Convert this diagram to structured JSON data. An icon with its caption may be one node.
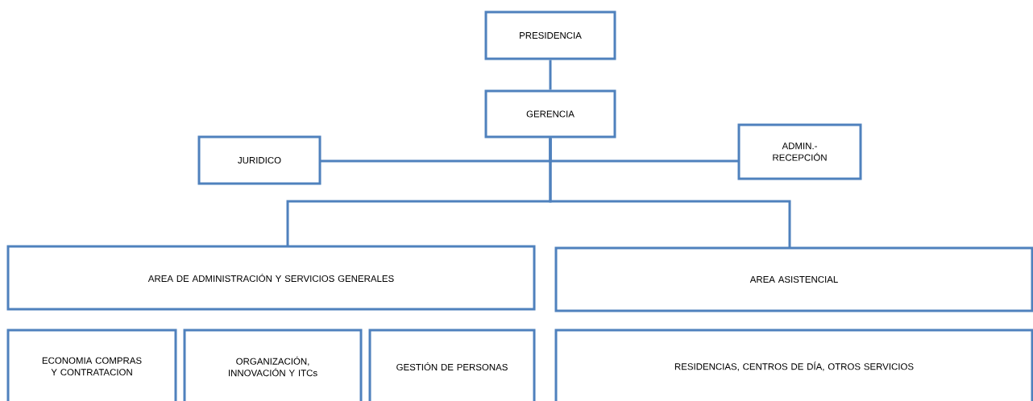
{
  "diagram": {
    "nodes": [
      {
        "text": [
          "PRESIDENCIA"
        ]
      },
      {
        "text": [
          "GERENCIA"
        ]
      },
      {
        "text": [
          "JURIDICO"
        ]
      },
      {
        "text": [
          "ADMIN.- RECEPCIÓN"
        ]
      },
      {
        "text": [
          "AREA DE ADMINISTRACIÓN Y SERVICIOS GENERALES"
        ]
      },
      {
        "text": [
          "AREA ASISTENCIAL"
        ]
      },
      {
        "text": [
          "ECONOMIA COMPRAS Y CONTRATACION"
        ]
      },
      {
        "text": [
          "ORGANIZACIÓN, INNOVACIÓN Y ITCs"
        ]
      },
      {
        "text": [
          "GESTIÓN DE PERSONAS"
        ]
      },
      {
        "text": [
          "RESIDENCIAS, CENTROS DE DÍA, OTROS SERVICIOS"
        ]
      }
    ],
    "edges": [
      {
        "from": 0,
        "to": 1,
        "arrow": "none"
      },
      {
        "from": 1,
        "to": 2,
        "arrow": "none"
      },
      {
        "from": 1,
        "to": 3,
        "arrow": "none"
      },
      {
        "from": 1,
        "to": 4,
        "arrow": "none"
      },
      {
        "from": 1,
        "to": 5,
        "arrow": "none"
      }
    ]
  }
}
